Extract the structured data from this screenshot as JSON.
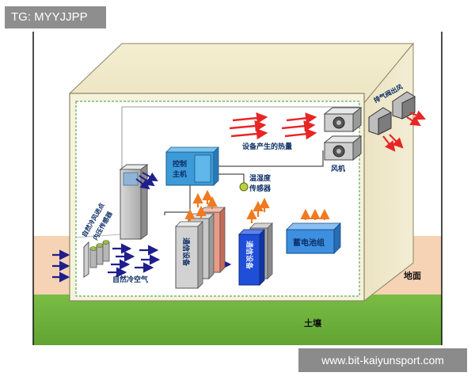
{
  "watermark_top": "TG: MYYJJPP",
  "watermark_bottom": "www.bit-kaiyunsport.com",
  "labels": {
    "control_host_1": "控制",
    "control_host_2": "主机",
    "heat_from_equipment": "设备产生的热量",
    "fan": "风机",
    "exhaust_valve": "排气阀出风",
    "temp_humidity_1": "温湿度",
    "temp_humidity_2": "传感器",
    "natural_air_intake": "自然冷风进点",
    "pressure_sensor": "内压传感器",
    "natural_cold_air": "自然冷空气",
    "comm_equipment_1": "通信设备",
    "comm_equipment_2": "通信设备",
    "battery_pack": "蓄电池组",
    "ground": "地面",
    "soil": "土壤"
  },
  "colors": {
    "heat_arrow": "#e82626",
    "cold_arrow": "#1e1e8c",
    "rise_arrow": "#f07a20",
    "soil_green": "#6fb43c",
    "ground_tan": "#f5d3b4",
    "room_wall": "#f6f2dc",
    "control_box": "#3c9ad8",
    "blue_cabinet": "#1f4fd8",
    "battery_box": "#3d8fe0"
  }
}
